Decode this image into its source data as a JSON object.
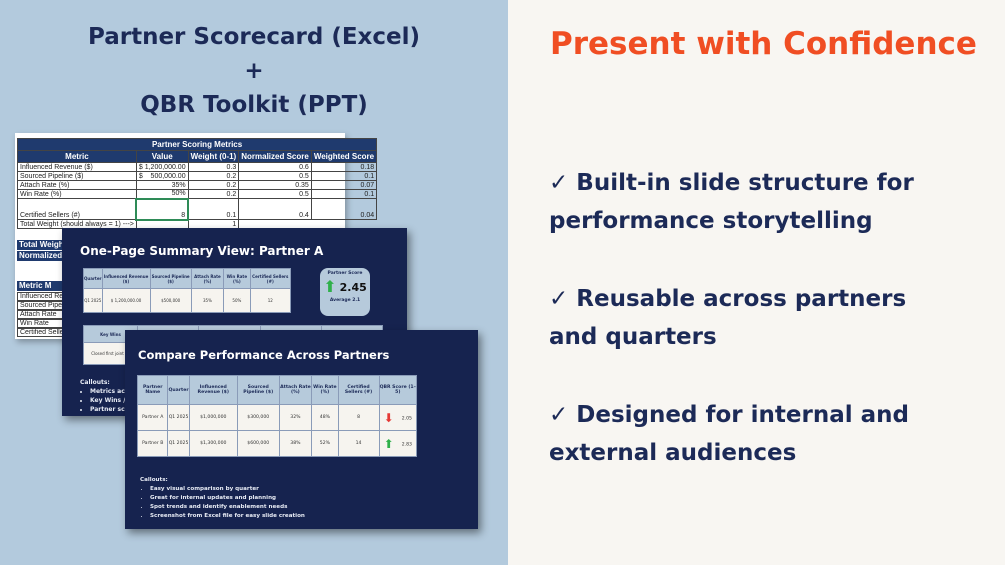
{
  "left": {
    "title_line1": "Partner Scorecard (Excel)",
    "title_plus": "+",
    "title_line2": "QBR Toolkit (PPT)"
  },
  "right": {
    "title": "Present with Confidence",
    "bullets": [
      {
        "check": "✓",
        "line1": "Built-in slide structure for",
        "line2": "performance storytelling"
      },
      {
        "check": "✓",
        "line1": "Reusable across partners",
        "line2": "and quarters"
      },
      {
        "check": "✓",
        "line1": "Designed for internal and",
        "line2": "external audiences"
      }
    ]
  },
  "sheet": {
    "title": "Partner Scoring Metrics",
    "headers": [
      "Metric",
      "Value",
      "Weight (0-1)",
      "Normalized Score",
      "Weighted Score"
    ],
    "rows": [
      [
        "Influenced Revenue ($)",
        "$ 1,200,000.00",
        "0.3",
        "0.6",
        "0.18"
      ],
      [
        "Sourced Pipeline ($)",
        "$    500,000.00",
        "0.2",
        "0.5",
        "0.1"
      ],
      [
        "Attach Rate (%)",
        "35%",
        "0.2",
        "0.35",
        "0.07"
      ],
      [
        "Win Rate (%)",
        "50%",
        "0.2",
        "0.5",
        "0.1"
      ],
      [
        "Certified Sellers (#)",
        "8",
        "0.1",
        "0.4",
        "0.04"
      ]
    ],
    "total_label": "Total Weight (should always = 1) --->",
    "total_value": "1",
    "lower_headers": [
      "Total Weighte",
      "Normalized to"
    ],
    "lower_title": "Metric M",
    "lower_rows": [
      "Influenced Revenu",
      "Sourced Pipeline",
      "Attach Rate",
      "Win Rate",
      "Certified Sellers"
    ]
  },
  "slide1": {
    "title": "One-Page Summary View: Partner A",
    "headers": [
      "Quarter",
      "Influenced Revenue ($)",
      "Sourced Pipeline ($)",
      "Attach Rate (%)",
      "Win Rate (%)",
      "Certified Sellers (#)"
    ],
    "row": [
      "Q1 2025",
      "$ 1,200,000.00",
      "$500,000",
      "35%",
      "50%",
      "12"
    ],
    "score_label": "Partner Score",
    "score": "2.45",
    "average": "Average 2.1",
    "key_wins_header": "Key Wins",
    "key_wins_text": "Closed first joint FS",
    "callouts_title": "Callouts:",
    "callouts": [
      "Metrics ac",
      "Key Wins /",
      "Partner sc"
    ]
  },
  "slide2": {
    "title": "Compare Performance Across Partners",
    "headers": [
      "Partner Name",
      "Quarter",
      "Influenced Revenue ($)",
      "Sourced Pipeline ($)",
      "Attach Rate (%)",
      "Win Rate (%)",
      "Certified Sellers (#)",
      "QBR Score (1–5)"
    ],
    "rows": [
      {
        "cells": [
          "Partner A",
          "Q1 2025",
          "$1,000,000",
          "$300,000",
          "32%",
          "48%",
          "8"
        ],
        "score": "2.05",
        "trend": "down"
      },
      {
        "cells": [
          "Partner B",
          "Q1 2025",
          "$1,300,000",
          "$600,000",
          "38%",
          "52%",
          "14"
        ],
        "score": "2.83",
        "trend": "up"
      }
    ],
    "callouts_title": "Callouts:",
    "callouts": [
      "Easy visual comparison by quarter",
      "Great for internal updates and planning",
      "Spot trends and identify enablement needs",
      "Screenshot from Excel file for easy slide creation"
    ]
  },
  "colors": {
    "navy": "#1c2a57",
    "orange": "#f04e23",
    "up": "#2fb04a",
    "down": "#e53935"
  }
}
